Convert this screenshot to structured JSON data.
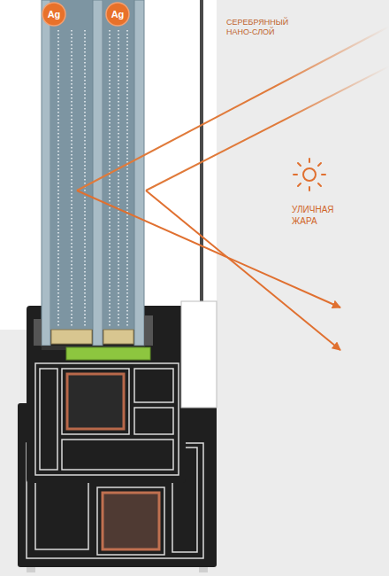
{
  "diagram": {
    "nodes": [
      {
        "text": [
          "Ag"
        ]
      },
      {
        "text": [
          "Ag"
        ]
      }
    ],
    "labels": [
      "СЕРЕБРЯННЫЙ НАНО-СЛОЙ",
      "УЛИЧНАЯ ЖАРА"
    ]
  }
}
